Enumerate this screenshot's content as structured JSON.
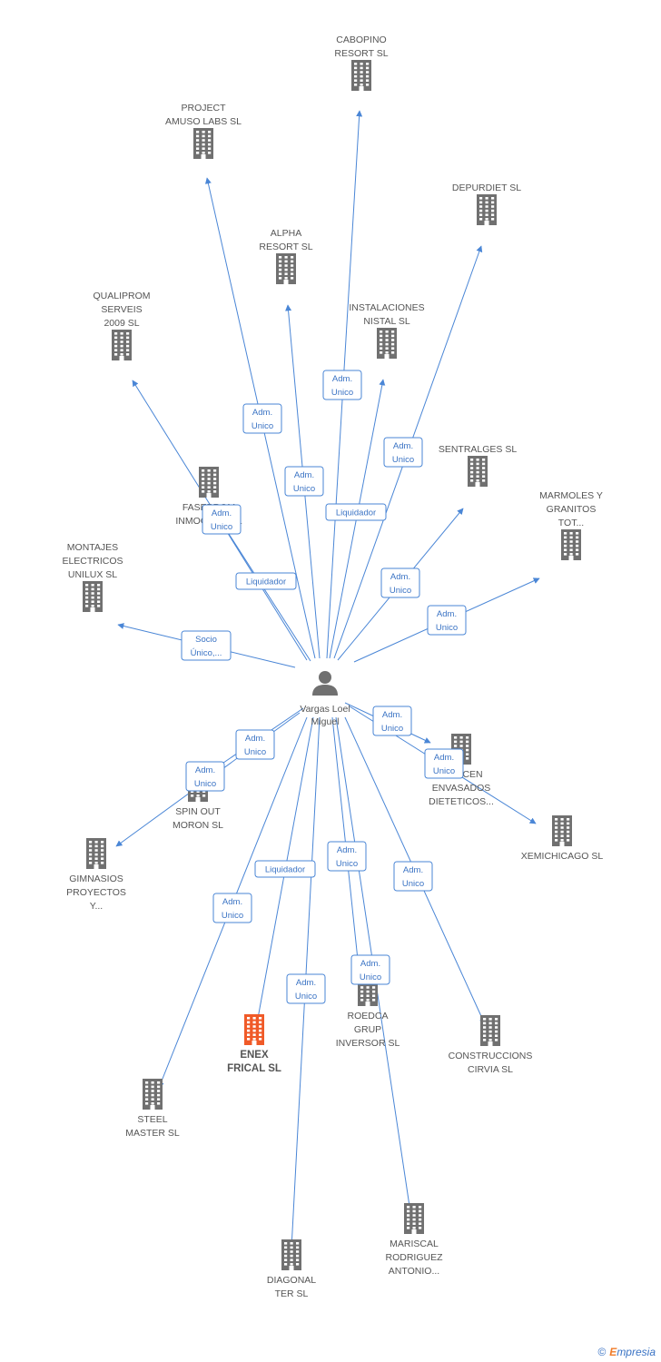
{
  "center": {
    "label": [
      "Vargas Loel",
      "Miguel"
    ],
    "icon": "person-icon"
  },
  "colors": {
    "edge": "#4a86d6",
    "node": "#707070",
    "highlight": "#f05a28"
  },
  "nodes": [
    {
      "id": "cabopino",
      "label": [
        "CABOPINO",
        "RESORT SL"
      ],
      "icon": "building-icon"
    },
    {
      "id": "project",
      "label": [
        "PROJECT",
        "AMUSO LABS SL"
      ],
      "icon": "building-icon"
    },
    {
      "id": "depurdiet",
      "label": [
        "DEPURDIET SL"
      ],
      "icon": "building-icon"
    },
    {
      "id": "alpha",
      "label": [
        "ALPHA",
        "RESORT SL"
      ],
      "icon": "building-icon"
    },
    {
      "id": "qualiprom",
      "label": [
        "QUALIPROM",
        "SERVEIS",
        "2009 SL"
      ],
      "icon": "building-icon"
    },
    {
      "id": "instalaciones",
      "label": [
        "INSTALACIONES",
        "NISTAL SL"
      ],
      "icon": "building-icon"
    },
    {
      "id": "faseprom",
      "label": [
        "FASEPROM",
        "INMOGRUP SL"
      ],
      "icon": "building-icon"
    },
    {
      "id": "sentralges",
      "label": [
        "SENTRALGES SL"
      ],
      "icon": "building-icon"
    },
    {
      "id": "marmoles",
      "label": [
        "MARMOLES Y",
        "GRANITOS",
        "TOT..."
      ],
      "icon": "building-icon"
    },
    {
      "id": "montajes",
      "label": [
        "MONTAJES",
        "ELECTRICOS",
        "UNILUX SL"
      ],
      "icon": "building-icon"
    },
    {
      "id": "endicen",
      "label": [
        "ENDICEN",
        "ENVASADOS",
        "DIETETICOS..."
      ],
      "icon": "building-icon"
    },
    {
      "id": "spinout",
      "label": [
        "SPIN OUT",
        "MORON SL"
      ],
      "icon": "building-icon"
    },
    {
      "id": "xemichicago",
      "label": [
        "XEMICHICAGO SL"
      ],
      "icon": "building-icon"
    },
    {
      "id": "gimnasios",
      "label": [
        "GIMNASIOS",
        "PROYECTOS",
        "Y..."
      ],
      "icon": "building-icon"
    },
    {
      "id": "enex",
      "label": [
        "ENEX",
        "FRICAL SL"
      ],
      "icon": "building-icon",
      "highlight": true
    },
    {
      "id": "roedca",
      "label": [
        "ROEDCA",
        "GRUP",
        "INVERSOR SL"
      ],
      "icon": "building-icon"
    },
    {
      "id": "construccions",
      "label": [
        "CONSTRUCCIONS",
        "CIRVIA SL"
      ],
      "icon": "building-icon"
    },
    {
      "id": "steel",
      "label": [
        "STEEL",
        "MASTER SL"
      ],
      "icon": "building-icon"
    },
    {
      "id": "mariscal",
      "label": [
        "MARISCAL",
        "RODRIGUEZ",
        "ANTONIO..."
      ],
      "icon": "building-icon"
    },
    {
      "id": "diagonal",
      "label": [
        "DIAGONAL",
        "TER SL"
      ],
      "icon": "building-icon"
    }
  ],
  "edges": [
    {
      "to": "cabopino",
      "label": [
        "Adm.",
        "Unico"
      ]
    },
    {
      "to": "project",
      "label": [
        "Adm.",
        "Unico"
      ]
    },
    {
      "to": "alpha",
      "label": [
        "Adm.",
        "Unico"
      ]
    },
    {
      "to": "depurdiet",
      "label": [
        "Adm.",
        "Unico"
      ]
    },
    {
      "to": "qualiprom",
      "label": [
        "Adm.",
        "Unico"
      ]
    },
    {
      "to": "instalaciones",
      "label": [
        "Liquidador"
      ]
    },
    {
      "to": "faseprom",
      "label": [
        "Liquidador"
      ]
    },
    {
      "to": "sentralges",
      "label": [
        "Adm.",
        "Unico"
      ]
    },
    {
      "to": "marmoles",
      "label": [
        "Adm.",
        "Unico"
      ]
    },
    {
      "to": "montajes",
      "label": [
        "Socio",
        "Único,..."
      ]
    },
    {
      "to": "endicen",
      "label": [
        "Adm.",
        "Unico"
      ]
    },
    {
      "to": "xemichicago",
      "label": [
        "Adm.",
        "Unico"
      ]
    },
    {
      "to": "spinout",
      "label": [
        "Adm.",
        "Unico"
      ]
    },
    {
      "to": "gimnasios",
      "label": [
        "Adm.",
        "Unico"
      ]
    },
    {
      "to": "enex",
      "label": [
        "Liquidador"
      ]
    },
    {
      "to": "steel",
      "label": [
        "Adm.",
        "Unico"
      ]
    },
    {
      "to": "roedca",
      "label": [
        "Adm.",
        "Unico"
      ]
    },
    {
      "to": "mariscal",
      "label": [
        "Adm.",
        "Unico"
      ]
    },
    {
      "to": "construccions",
      "label": [
        "Adm.",
        "Unico"
      ]
    },
    {
      "to": "diagonal",
      "label": [
        "Adm.",
        "Unico"
      ]
    }
  ],
  "footer": {
    "copyright": "©",
    "brand_initial": "E",
    "brand_rest": "mpresia"
  }
}
